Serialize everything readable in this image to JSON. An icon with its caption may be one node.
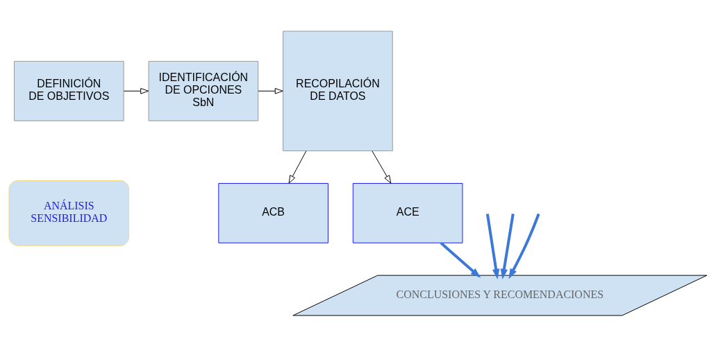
{
  "diagram": {
    "nodes": [
      {
        "text": [
          "DEFINICIÓN DE OBJETIVOS"
        ]
      },
      {
        "text": [
          "IDENTIFICACIÓN DE OPCIONES SbN"
        ]
      },
      {
        "text": [
          "RECOPILACIÓN DE DATOS"
        ]
      },
      {
        "text": [
          "ACB"
        ]
      },
      {
        "text": [
          "ACE"
        ]
      },
      {
        "text": [
          "ANÁLISIS SENSIBILIDAD"
        ]
      },
      {
        "text": [
          "CONCLUSIONES Y RECOMENDACIONES"
        ]
      }
    ],
    "edges": [
      {
        "from": 0,
        "to": 1,
        "arrow": "to"
      },
      {
        "from": 1,
        "to": 2,
        "arrow": "to"
      },
      {
        "from": 2,
        "to": 3,
        "arrow": "to"
      },
      {
        "from": 2,
        "to": 4,
        "arrow": "to"
      },
      {
        "from": null,
        "to": 6,
        "arrow": "to",
        "style": "thick",
        "color": "#3c78d8"
      },
      {
        "from": null,
        "to": 6,
        "arrow": "to",
        "style": "thick",
        "color": "#3c78d8"
      },
      {
        "from": null,
        "to": 6,
        "arrow": "to",
        "style": "thick",
        "color": "#3c78d8"
      },
      {
        "from": 4,
        "to": 6,
        "arrow": "to",
        "style": "thick",
        "color": "#3c78d8"
      }
    ]
  }
}
